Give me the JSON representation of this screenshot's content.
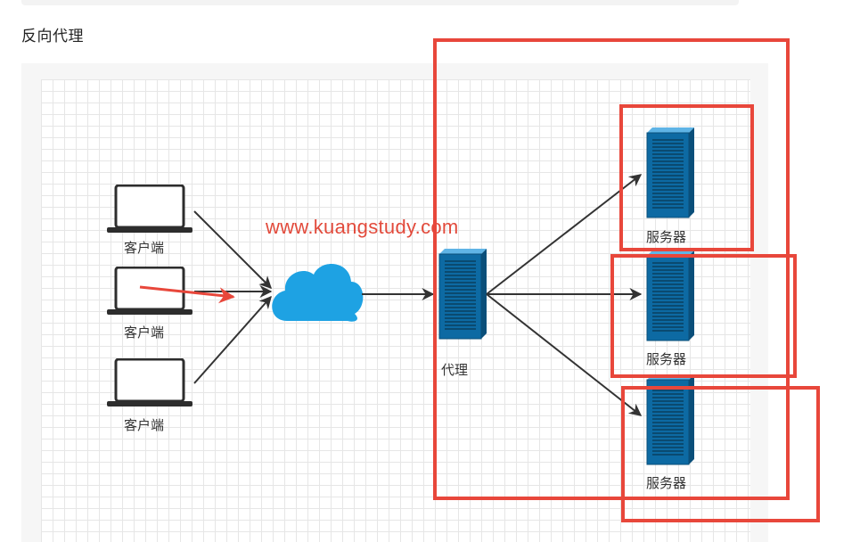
{
  "section_title": "反向代理",
  "diagram": {
    "watermark": "www.kuangstudy.com",
    "clients": [
      {
        "label": "客户端"
      },
      {
        "label": "客户端"
      },
      {
        "label": "客户端"
      }
    ],
    "proxy": {
      "label": "代理"
    },
    "servers": [
      {
        "label": "服务器"
      },
      {
        "label": "服务器"
      },
      {
        "label": "服务器"
      }
    ],
    "colors": {
      "annotation_red": "#e8473b",
      "cloud_blue": "#1ea2e3",
      "server_blue": "#0d6aa3",
      "arrow": "#333333"
    }
  }
}
